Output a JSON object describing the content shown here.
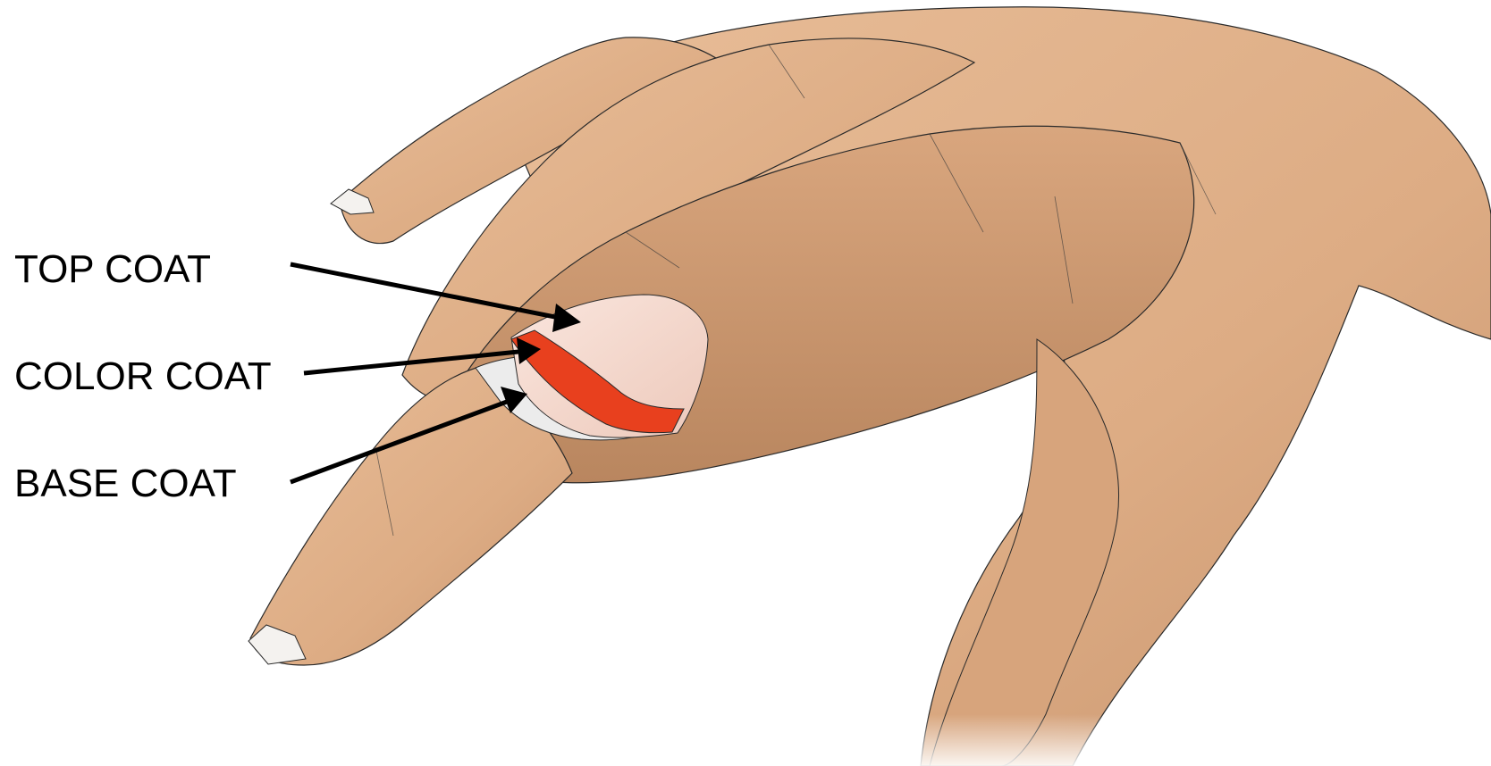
{
  "labels": {
    "top_coat": "TOP COAT",
    "color_coat": "COLOR COAT",
    "base_coat": "BASE COAT"
  },
  "colors": {
    "skin": "#e0b18a",
    "skin_shadow": "#c8946a",
    "nail_top_coat": "#f3d6cc",
    "nail_color_coat": "#e8401e",
    "nail_base_coat": "#eeeeee",
    "arrow": "#000000"
  }
}
